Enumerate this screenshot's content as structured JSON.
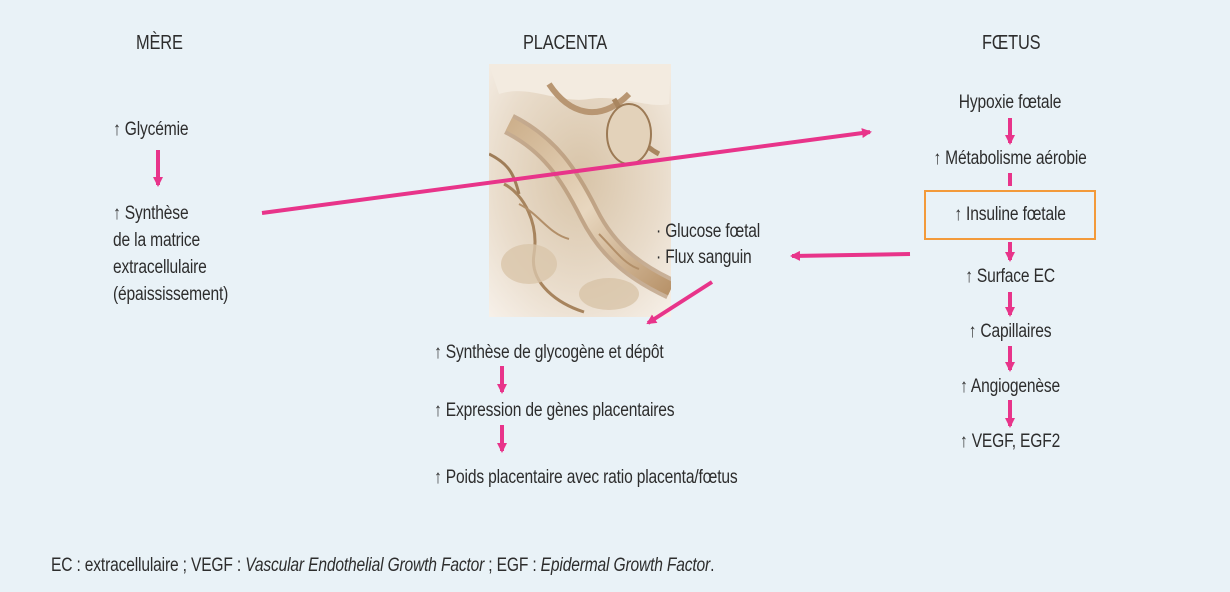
{
  "colors": {
    "background": "#e9f2f7",
    "arrow": "#e8348a",
    "highlight_box": "#f39a3a",
    "text": "#2d2d2d"
  },
  "headers": {
    "mere": "MÈRE",
    "placenta": "PLACENTA",
    "foetus": "FŒTUS"
  },
  "mere": {
    "glycemie": "↑ Glycémie",
    "synthese_line1": "↑ Synthèse",
    "synthese_line2": "de la matrice",
    "synthese_line3": "extracellulaire",
    "synthese_line4": "(épaississement)"
  },
  "placenta": {
    "image_icon": "placenta-illustration",
    "glucose": "· Glucose fœtal",
    "flux": "· Flux sanguin",
    "glycogene": "↑ Synthèse de glycogène et dépôt",
    "expression": "↑ Expression de gènes placentaires",
    "poids": "↑ Poids placentaire avec ratio placenta/fœtus"
  },
  "foetus": {
    "hypoxie": "Hypoxie fœtale",
    "metabolisme": "↑ Métabolisme aérobie",
    "insuline": "↑ Insuline fœtale",
    "surface": "↑ Surface EC",
    "capillaires": "↑ Capillaires",
    "angiogenese": "↑ Angiogenèse",
    "vegf": "↑ VEGF, EGF2"
  },
  "footnote": {
    "part1": "EC : extracellulaire ; VEGF : ",
    "part2": "Vascular Endothelial Growth Factor",
    "part3": " ; EGF : ",
    "part4": "Epidermal Growth Factor",
    "part5": "."
  }
}
